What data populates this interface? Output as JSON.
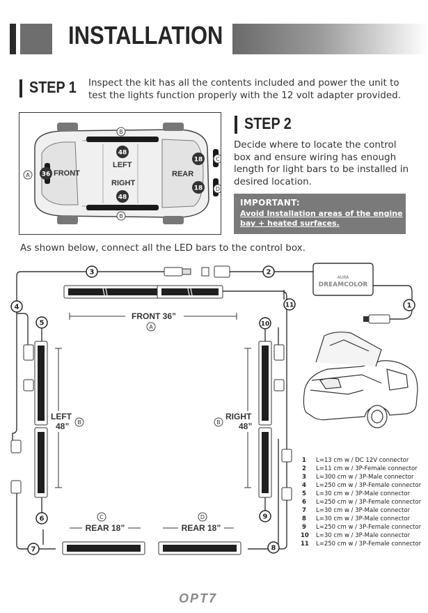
{
  "header": {
    "title": "INSTALLATION"
  },
  "step1": {
    "label": "STEP 1",
    "text": "Inspect the kit has all the contents included and power the unit to test the lights function properly with the 12 volt adapter provided."
  },
  "step2": {
    "label": "STEP 2",
    "text": "Decide where to locate the control box and ensure wiring has enough length for light bars to be installed in desired location."
  },
  "important": {
    "title": "IMPORTANT:",
    "text": "Avoid Installation areas of the engine bay + heated surfaces."
  },
  "car_diagram": {
    "front": "FRONT",
    "rear": "REAR",
    "left": "LEFT",
    "right": "RIGHT",
    "front_size": "36",
    "side_size": "48",
    "rear_size": "18",
    "markers": {
      "a": "A",
      "b": "B",
      "c": "C",
      "d": "D"
    }
  },
  "instruction": "As shown below, connect all the LED bars to the control box.",
  "control_box": {
    "brand": "AURA",
    "model": "DREAMCOLOR"
  },
  "bars": {
    "front": "FRONT 36”",
    "left_1": "LEFT",
    "left_2": "48”",
    "right_1": "RIGHT",
    "right_2": "48”",
    "rear_c": "REAR 18”",
    "rear_d": "REAR 18”"
  },
  "connector_numbers": [
    "1",
    "2",
    "3",
    "4",
    "5",
    "6",
    "7",
    "8",
    "9",
    "10",
    "11"
  ],
  "legend": [
    {
      "num": "1",
      "desc": "L=13 cm w / DC 12V connector"
    },
    {
      "num": "2",
      "desc": "L=11 cm w / 3P-Female connector"
    },
    {
      "num": "3",
      "desc": "L=300 cm w / 3P-Male connector"
    },
    {
      "num": "4",
      "desc": "L=250 cm w / 3P-Female connector"
    },
    {
      "num": "5",
      "desc": "L=30 cm w / 3P-Male connector"
    },
    {
      "num": "6",
      "desc": "L=250 cm w / 3P-Female connector"
    },
    {
      "num": "7",
      "desc": "L=30 cm w / 3P-Male connector"
    },
    {
      "num": "8",
      "desc": "L=30 cm w / 3P-Male connector"
    },
    {
      "num": "9",
      "desc": "L=250 cm w / 3P-Female connector"
    },
    {
      "num": "10",
      "desc": "L=30 cm w / 3P-Male connector"
    },
    {
      "num": "11",
      "desc": "L=250 cm w / 3P-Female connector"
    }
  ],
  "footer": {
    "logo": "OPT7"
  }
}
